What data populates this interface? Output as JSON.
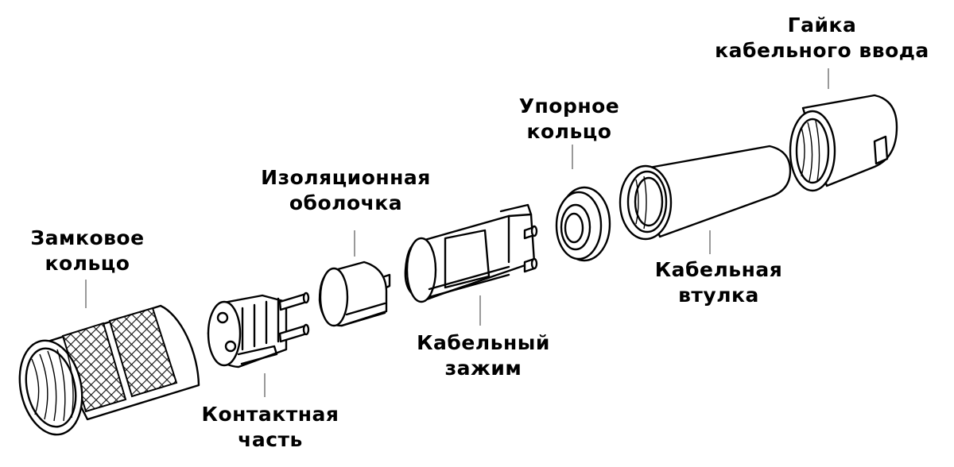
{
  "labels": {
    "locking_ring": [
      "Замковое",
      "кольцо"
    ],
    "contact_part": [
      "Контактная",
      "часть"
    ],
    "insulation_shell": [
      "Изоляционная",
      "оболочка"
    ],
    "cable_clamp": [
      "Кабельный",
      "зажим"
    ],
    "thrust_ring": [
      "Упорное",
      "кольцо"
    ],
    "cable_sleeve": [
      "Кабельная",
      "втулка"
    ],
    "cable_gland_nut": [
      "Гайка",
      "кабельного ввода"
    ]
  }
}
